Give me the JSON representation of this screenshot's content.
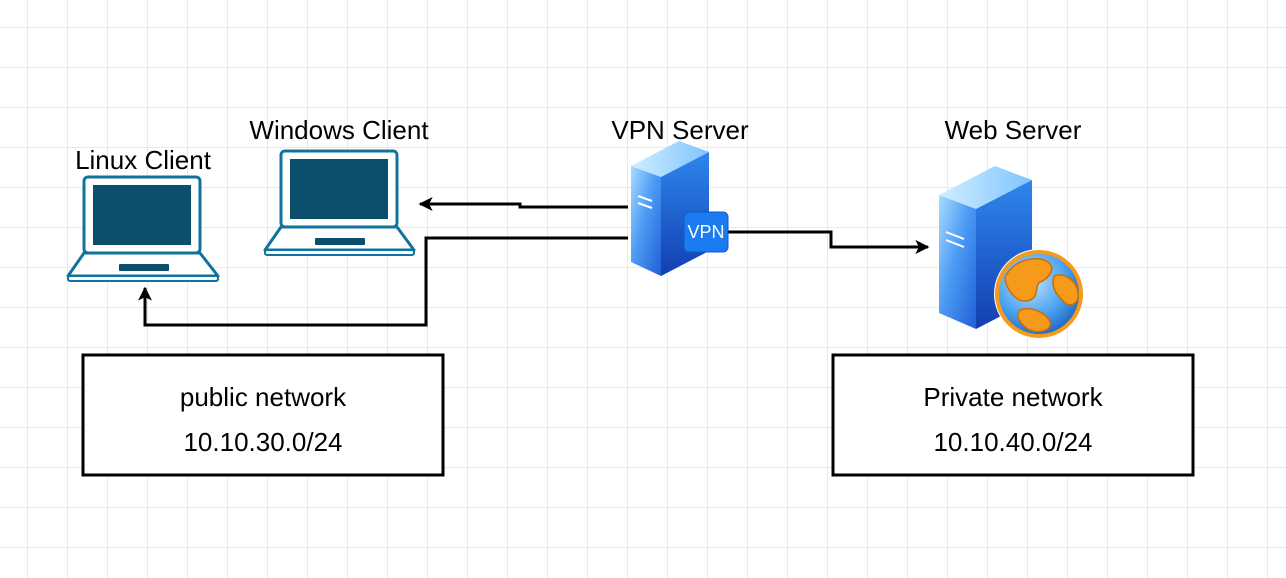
{
  "nodes": {
    "linux_client": {
      "label": "Linux Client"
    },
    "windows_client": {
      "label": "Windows Client"
    },
    "vpn_server": {
      "label": "VPN Server",
      "badge": "VPN"
    },
    "web_server": {
      "label": "Web Server"
    }
  },
  "networks": {
    "public": {
      "name": "public network",
      "cidr": "10.10.30.0/24"
    },
    "private": {
      "name": "Private network",
      "cidr": "10.10.40.0/24"
    }
  },
  "connections": [
    {
      "from": "vpn_server",
      "to": "windows_client"
    },
    {
      "from": "vpn_server",
      "to": "linux_client"
    },
    {
      "from": "vpn_server",
      "to": "web_server"
    }
  ],
  "colors": {
    "laptop_fill": "#0b4f6c",
    "laptop_outline": "#10739e",
    "server_blue": "#1e73e8",
    "server_light": "#6fb9ff",
    "globe_orange": "#f59a1b",
    "globe_blue": "#4aa3f0",
    "line": "#000000"
  }
}
